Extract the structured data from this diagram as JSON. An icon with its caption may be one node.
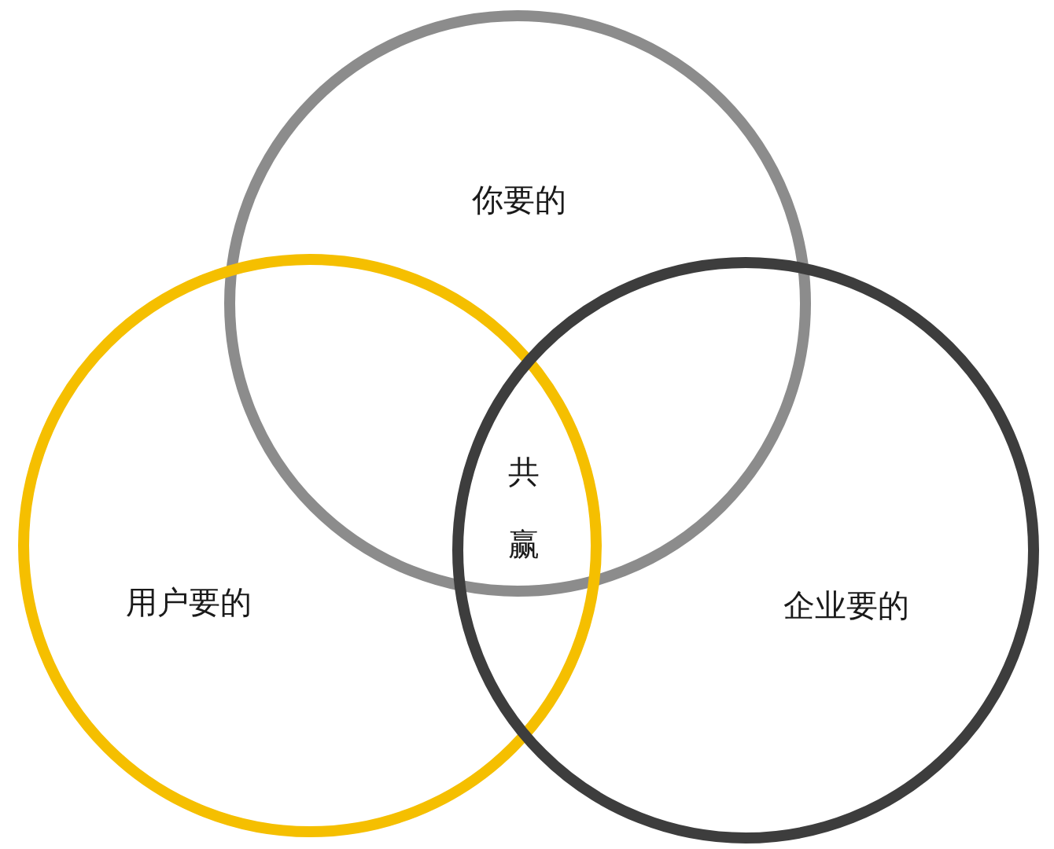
{
  "diagram": {
    "nodes": [
      {
        "text": [
          "你要的"
        ]
      },
      {
        "text": [
          "用户要的"
        ]
      },
      {
        "text": [
          "企业要的"
        ]
      }
    ],
    "labels": [
      "共赢"
    ]
  }
}
